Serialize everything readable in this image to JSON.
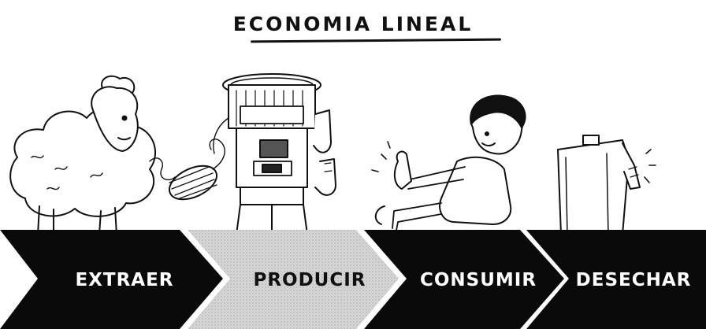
{
  "title": "ECONOMIA LINEAL",
  "steps": [
    {
      "label": "EXTRAER",
      "fill": "#0a0a0a",
      "text_color": "#ffffff"
    },
    {
      "label": "PRODUCIR",
      "fill": "#d4d4d4",
      "text_color": "#111111"
    },
    {
      "label": "CONSUMIR",
      "fill": "#0a0a0a",
      "text_color": "#ffffff"
    },
    {
      "label": "DESECHAR",
      "fill": "#0a0a0a",
      "text_color": "#ffffff"
    }
  ],
  "illustrations": [
    "sheep-illustration",
    "knitting-machine-illustration",
    "person-illustration",
    "discarded-clothes-illustration"
  ]
}
